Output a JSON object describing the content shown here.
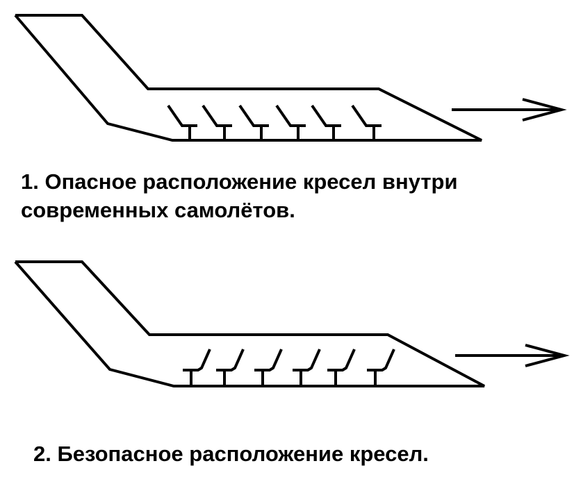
{
  "captions": {
    "danger_line1": "1. Опасное расположение кресел внутри",
    "danger_line2": "современных самолётов.",
    "safe": "2. Безопасное расположение кресел."
  },
  "diagram": {
    "seats_per_plane": 6,
    "stroke_color": "#000000"
  }
}
